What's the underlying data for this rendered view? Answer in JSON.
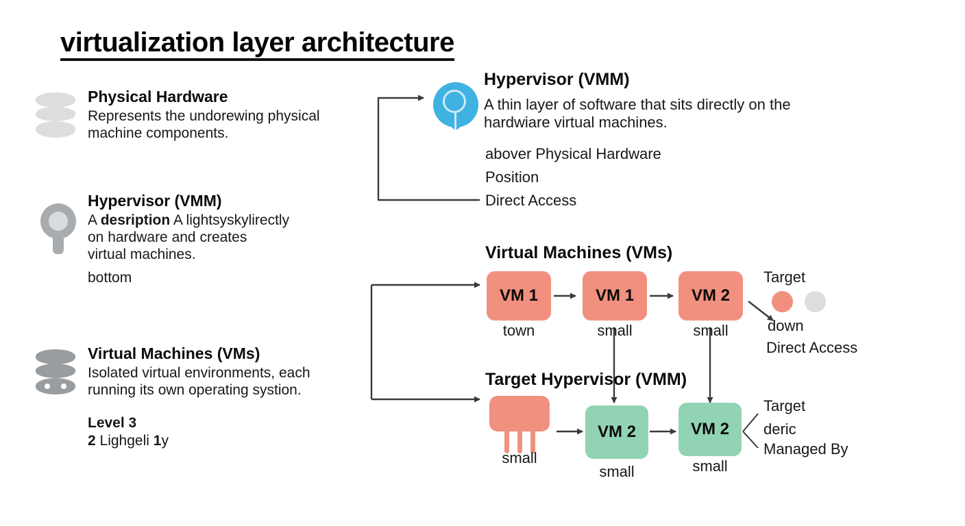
{
  "title": "virtualization layer architecture",
  "colors": {
    "salmon": "#f2907f",
    "green": "#92d3b4",
    "blue": "#3fb2e2",
    "grey_light": "#dcdddf",
    "grey_dark": "#9a9da0",
    "line": "#3a3a3a"
  },
  "sidebar": {
    "items": [
      {
        "icon": "database-cylinder-icon",
        "title": "Physical Hardware",
        "desc_line1": "Represents the undorewing physical",
        "desc_line2": "machine components."
      },
      {
        "icon": "magnifier-pin-icon",
        "title": "Hypervisor (VMM)",
        "desc_prefix": "A ",
        "desc_bold": "desription",
        "desc_suffix": " A lightsyskylirectly",
        "desc_line2": "on hardware and creates",
        "desc_line3": "virtual machines.",
        "extra": "bottom"
      },
      {
        "icon": "server-stack-icon",
        "title": "Virtual Machines (VMs)",
        "desc_line1": "Isolated virtual environments, each",
        "desc_line2": "running its own operating systion.",
        "extra_title": "Level 3",
        "extra_num1": "2",
        "extra_mid": " Lighgeli ",
        "extra_num2": "1",
        "extra_tail": "y"
      }
    ]
  },
  "hypervisor_panel": {
    "icon": "blue-location-pin-icon",
    "title": "Hypervisor (VMM)",
    "desc_line1": "A thin layer of software that sits directly on the",
    "desc_line2": "hardwiare virtual machines.",
    "meta": [
      "abover Physical Hardware",
      "Position",
      "Direct Access"
    ]
  },
  "vm_panel": {
    "title": "Virtual Machines (VMs)",
    "nodes": [
      {
        "label": "VM 1",
        "caption": "town",
        "color": "salmon"
      },
      {
        "label": "VM 1",
        "caption": "small",
        "color": "salmon"
      },
      {
        "label": "VM 2",
        "caption": "small",
        "color": "salmon"
      }
    ],
    "target_label": "Target",
    "status_down": "down",
    "status_access": "Direct Access",
    "status_dots": [
      "salmon",
      "grey"
    ]
  },
  "target_panel": {
    "title": "Target Hypervisor (VMM)",
    "hypervisor_block": {
      "icon": "comb-block-icon",
      "caption": "small"
    },
    "nodes": [
      {
        "label": "VM 2",
        "caption": "small",
        "color": "green"
      },
      {
        "label": "VM 2",
        "caption": "small",
        "color": "green"
      }
    ],
    "branch_labels": [
      "Target",
      "deric",
      "Managed By"
    ]
  }
}
